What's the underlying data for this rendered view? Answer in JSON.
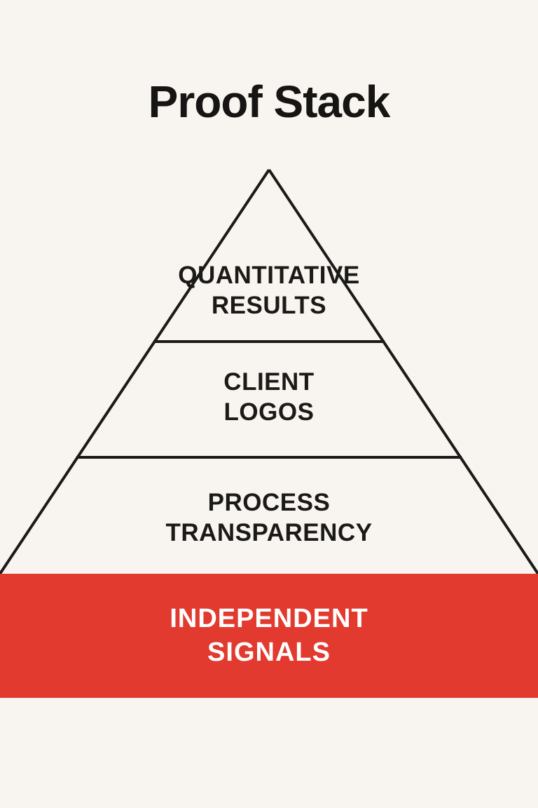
{
  "title": "Proof Stack",
  "pyramid": {
    "levels": [
      {
        "label": "QUANTITATIVE\nRESULTS"
      },
      {
        "label": "CLIENT\nLOGOS"
      },
      {
        "label": "PROCESS\nTRANSPARENCY"
      },
      {
        "label": "INDEPENDENT\nSIGNALS"
      }
    ],
    "colors": {
      "background": "#f8f5f0",
      "outline": "#1b1a18",
      "text": "#1b1a18",
      "highlight": "#e23a2e",
      "highlight_text": "#ffffff"
    }
  }
}
